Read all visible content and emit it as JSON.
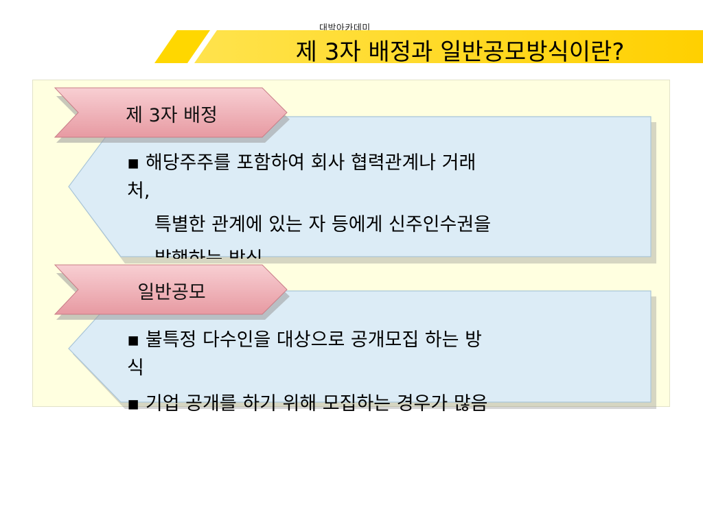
{
  "brand": "대박아카데미",
  "slide_title": "제 3자 배정과 일반공모방식이란?",
  "colors": {
    "banner_yellow": "#ffd700",
    "panel_bg": "#ffffe0",
    "card_blue": "#dcecf6",
    "tag_pink": "#f0b6bc"
  },
  "sections": [
    {
      "tag": "제 3자 배정",
      "lines": [
        "▪ 해당주주를 포함하여 회사 협력관계나 거래",
        "처,",
        "특별한 관계에 있는 자 등에게 신주인수권을",
        "발행하는 방식"
      ]
    },
    {
      "tag": "일반공모",
      "lines": [
        "▪ 불특정 다수인을 대상으로 공개모집 하는 방",
        "식",
        "▪ 기업 공개를 하기 위해 모집하는 경우가 많음"
      ]
    }
  ]
}
